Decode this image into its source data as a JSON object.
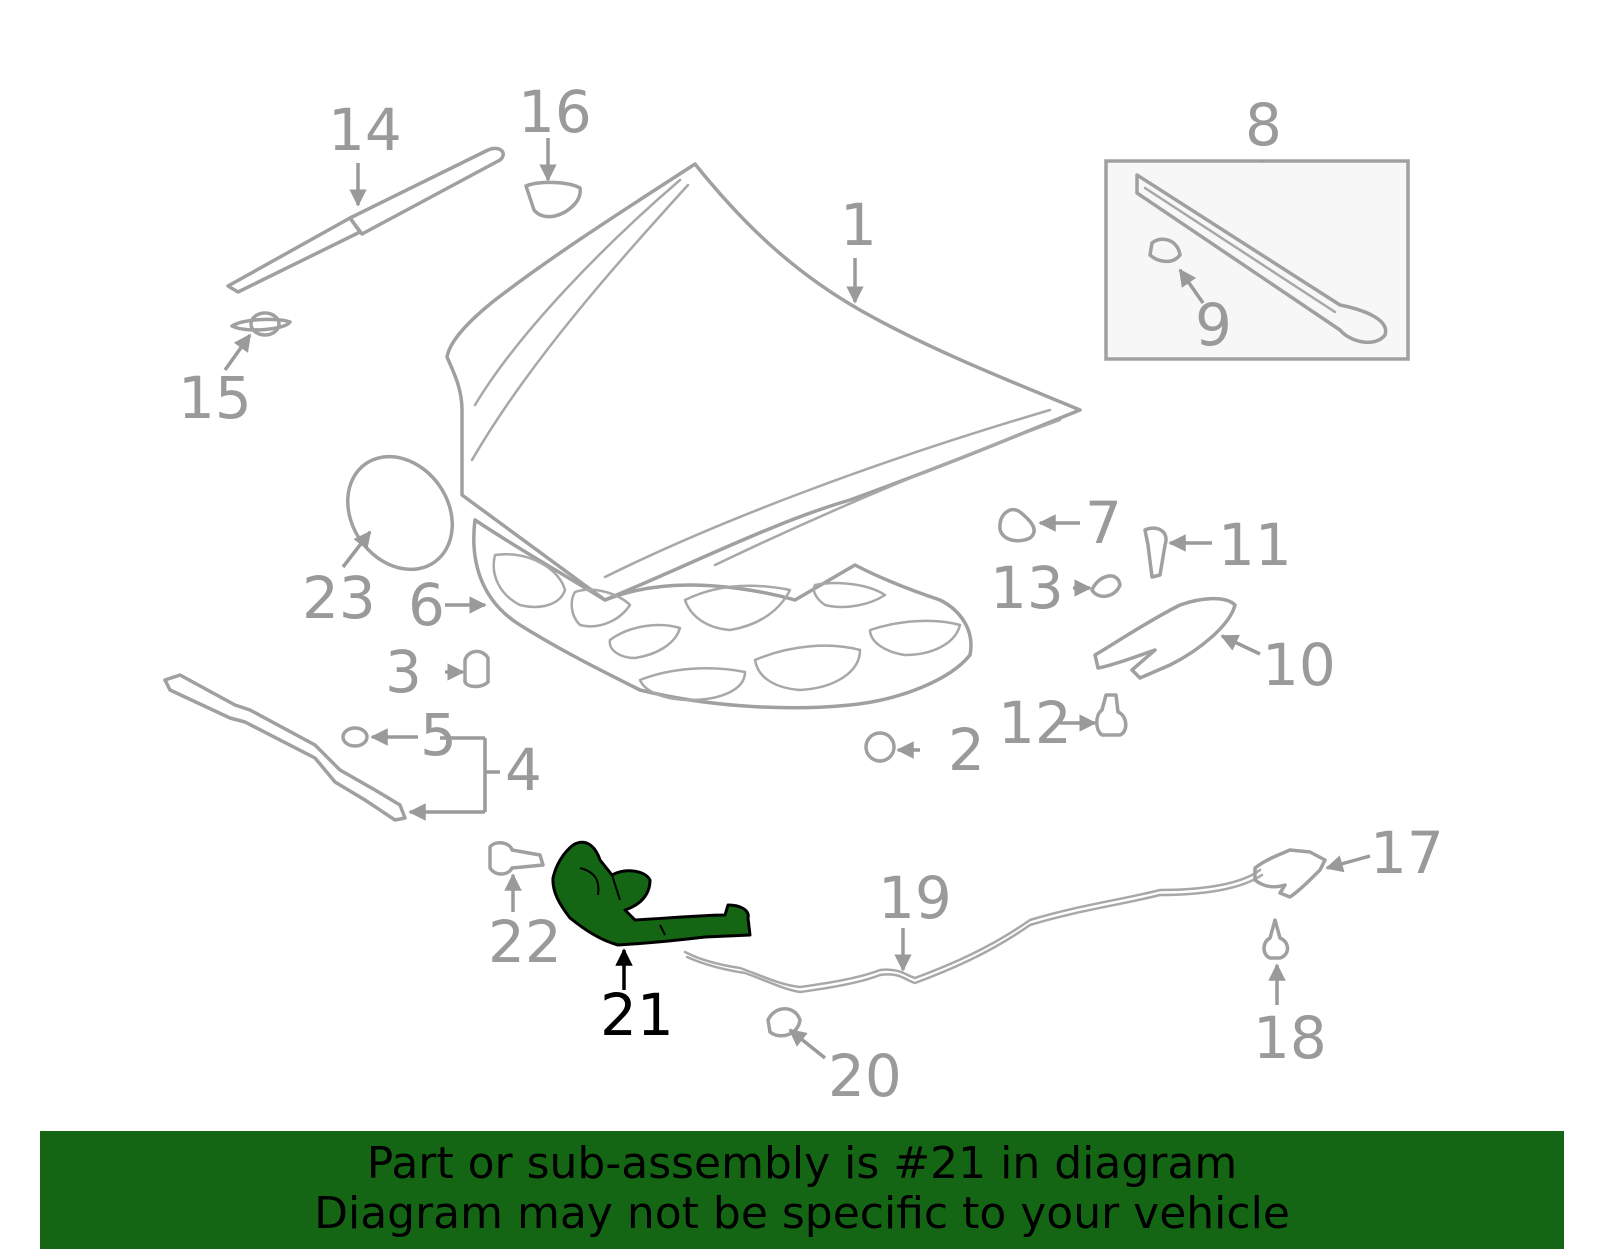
{
  "diagram": {
    "highlighted_part": "21",
    "highlight_color": "#156614",
    "callouts": [
      "1",
      "2",
      "3",
      "4",
      "5",
      "6",
      "7",
      "8",
      "9",
      "10",
      "11",
      "12",
      "13",
      "14",
      "15",
      "16",
      "17",
      "18",
      "19",
      "20",
      "21",
      "22",
      "23"
    ]
  },
  "banner": {
    "line1": "Part or sub-assembly is #21 in diagram",
    "line2": "Diagram may not be specific to your vehicle",
    "background": "#156614"
  }
}
